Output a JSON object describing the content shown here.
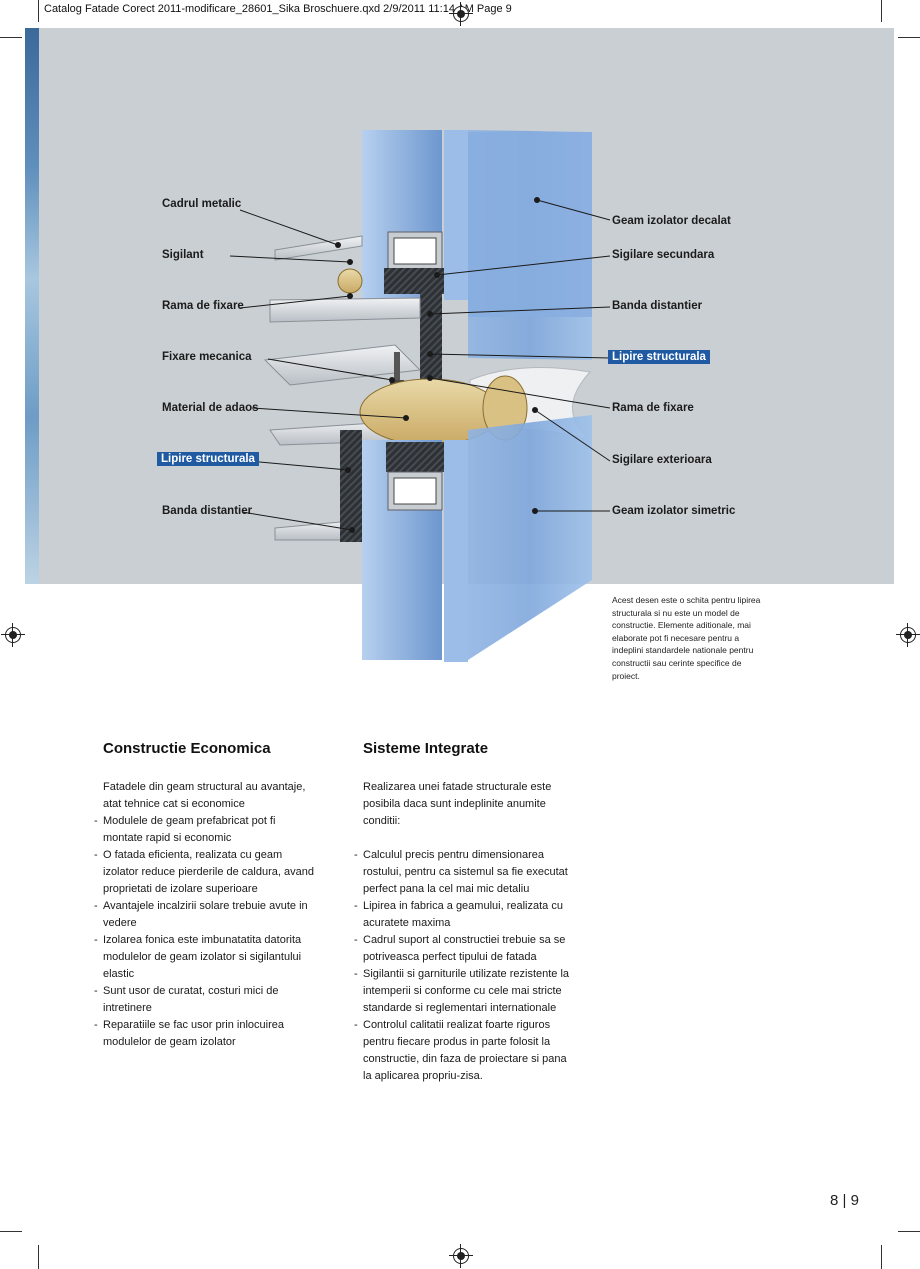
{
  "header": "Catalog Fatade Corect 2011-modificare_28601_Sika Broschuere.qxd  2/9/2011  11:14 AM  Page 9",
  "diagram": {
    "left_labels": [
      "Cadrul metalic",
      "Sigilant",
      "Rama de fixare",
      "Fixare mecanica",
      "Material de adaos",
      "Lipire structurala",
      "Banda distantier"
    ],
    "right_labels": [
      "Geam izolator decalat",
      "Sigilare secundara",
      "Banda distantier",
      "Lipire structurala",
      "Rama de fixare",
      "Sigilare exterioara",
      "Geam izolator simetric"
    ],
    "highlight_color": "#1f5aa2"
  },
  "note": "Acest desen este o schita pentru lipirea structurala si nu este un model de constructie. Elemente aditionale, mai elaborate pot fi necesare pentru a indeplini standardele nationale pentru constructii sau cerinte specifice de proiect.",
  "left_column": {
    "title": "Constructie Economica",
    "intro": "Fatadele din geam structural au avantaje, atat tehnice cat si economice",
    "items": [
      "Modulele de geam prefabricat pot fi montate rapid si economic",
      "O fatada eficienta, realizata cu geam izolator reduce pierderile de caldura, avand proprietati de izolare superioare",
      "Avantajele incalzirii solare trebuie avute in vedere",
      "Izolarea fonica este imbunatatita datorita modulelor de geam izolator si sigilantului elastic",
      "Sunt usor de curatat, costuri mici de intretinere",
      "Reparatiile se fac usor prin inlocuirea modulelor de geam izolator"
    ]
  },
  "right_column": {
    "title": "Sisteme Integrate",
    "intro": "Realizarea unei fatade structurale este posibila daca sunt indeplinite anumite conditii:",
    "items": [
      "Calculul precis pentru dimensionarea rostului, pentru ca sistemul sa fie executat perfect pana la cel mai mic detaliu",
      "Lipirea in fabrica a geamului, realizata cu acuratete maxima",
      "Cadrul suport al constructiei trebuie sa se potriveasca perfect tipului de fatada",
      "Sigilantii si garniturile utilizate rezistente la intemperii si conforme cu cele mai stricte standarde si reglementari internationale",
      "Controlul calitatii realizat foarte riguros pentru fiecare produs in parte folosit la constructie, din faza de proiectare si pana la aplicarea propriu-zisa."
    ]
  },
  "page_number": "8 | 9"
}
